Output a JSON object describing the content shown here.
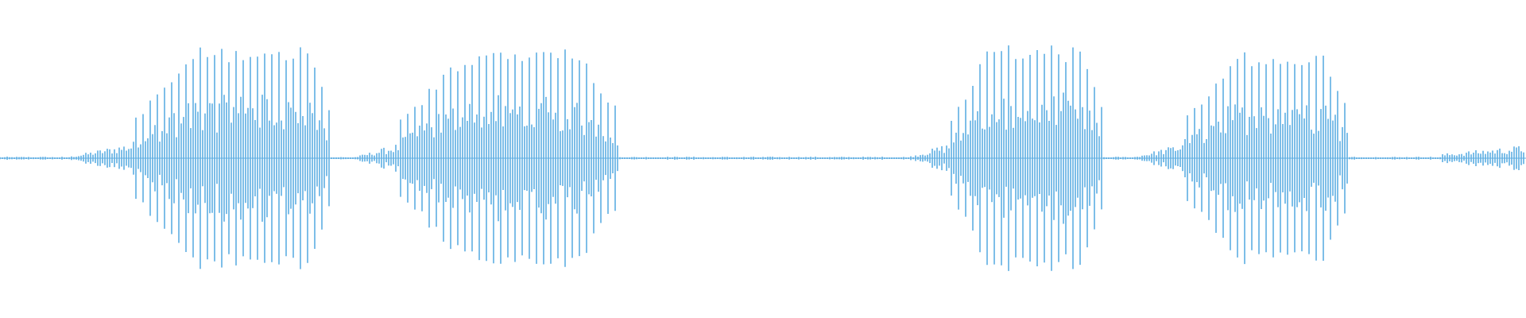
{
  "waveform": {
    "color": "#5dade2",
    "background": "#ffffff",
    "baseline_amplitude": 0.012,
    "bursts": [
      {
        "start": 0.086,
        "end": 0.217,
        "peak": 0.86,
        "onset": 0.045,
        "ramp_in": 0.35,
        "ramp_out": 0.12
      },
      {
        "start": 0.262,
        "end": 0.405,
        "peak": 0.83,
        "onset": 0.032,
        "ramp_in": 0.3,
        "ramp_out": 0.18
      },
      {
        "start": 0.623,
        "end": 0.722,
        "peak": 0.86,
        "onset": 0.03,
        "ramp_in": 0.25,
        "ramp_out": 0.14
      },
      {
        "start": 0.775,
        "end": 0.884,
        "peak": 0.82,
        "onset": 0.035,
        "ramp_in": 0.35,
        "ramp_out": 0.14
      },
      {
        "start": 0.945,
        "end": 1.0,
        "peak": 0.08,
        "onset": 0.0,
        "ramp_in": 0.9,
        "ramp_out": 0.0
      }
    ]
  }
}
